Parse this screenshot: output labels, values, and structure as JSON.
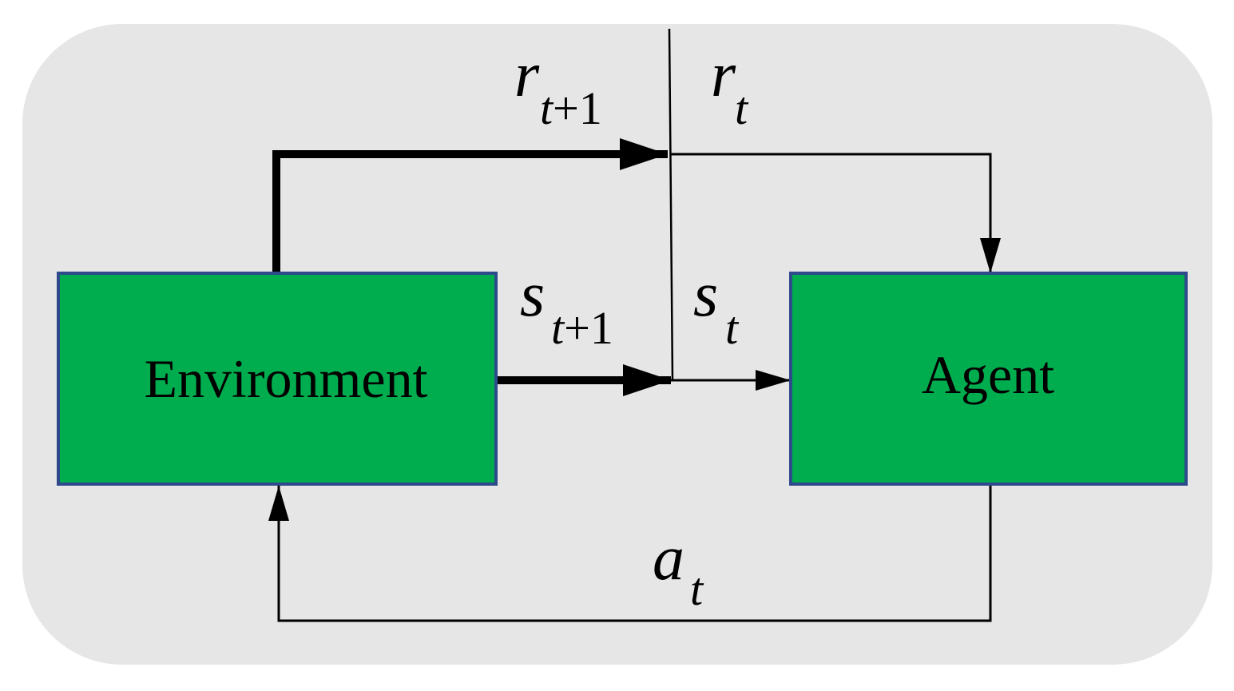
{
  "diagram": {
    "nodes": {
      "environment": {
        "label": "Environment"
      },
      "agent": {
        "label": "Agent"
      }
    },
    "signals": {
      "reward_next": {
        "symbol": "r",
        "sub_var": "t",
        "sub_op": "+1"
      },
      "reward_now": {
        "symbol": "r",
        "sub_var": "t"
      },
      "state_next": {
        "symbol": "s",
        "sub_var": "t",
        "sub_op": "+1"
      },
      "state_now": {
        "symbol": "s",
        "sub_var": "t"
      },
      "action_now": {
        "symbol": "a",
        "sub_var": "t"
      }
    },
    "colors": {
      "background": "#e6e6e6",
      "box_fill": "#00ad4e",
      "box_border": "#2e4a8c",
      "line": "#000000"
    }
  }
}
